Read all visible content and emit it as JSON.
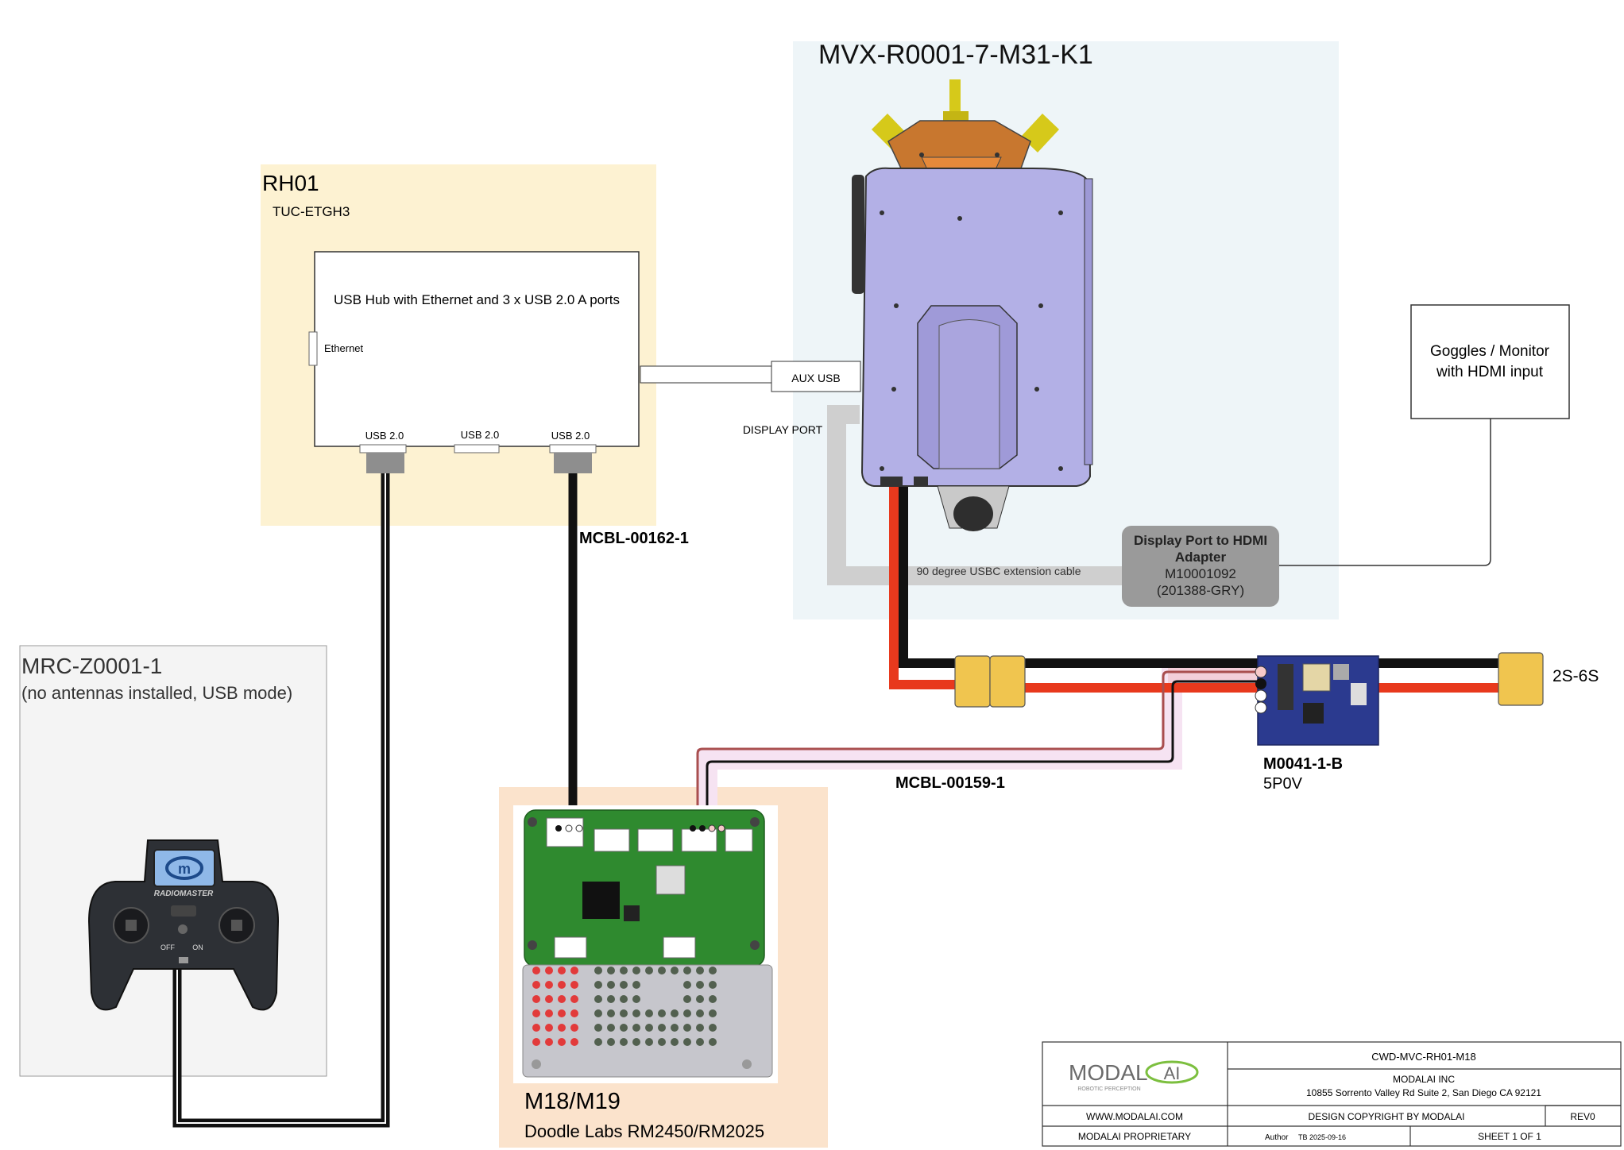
{
  "drone": {
    "title": "MVX-R0001-7-M31-K1",
    "aux_usb_label": "AUX USB",
    "display_port_label": "DISPLAY PORT"
  },
  "hub": {
    "title": "RH01",
    "part": "TUC-ETGH3",
    "description": "USB Hub with Ethernet and 3 x USB 2.0 A ports",
    "ethernet_label": "Ethernet",
    "usb_port_labels": [
      "USB 2.0",
      "USB 2.0",
      "USB 2.0"
    ]
  },
  "controller": {
    "title": "MRC-Z0001-1",
    "subtitle": "(no antennas installed, USB mode)",
    "brand": "RADIOMASTER",
    "switch_off": "OFF",
    "switch_on": "ON"
  },
  "radio_board": {
    "title": "M18/M19",
    "subtitle": "Doodle Labs RM2450/RM2025"
  },
  "goggles": {
    "line1": "Goggles / Monitor",
    "line2": "with HDMI input"
  },
  "adapter": {
    "title_line1": "Display Port to HDMI",
    "title_line2": "Adapter",
    "part": "M10001092",
    "part_alt": "(201388-GRY)"
  },
  "cables": {
    "usbc_extension": "90 degree USBC extension cable",
    "usb_cable": "MCBL-00162-1",
    "power_cable": "MCBL-00159-1"
  },
  "power_module": {
    "part": "M0041-1-B",
    "voltage": "5P0V",
    "battery": "2S-6S"
  },
  "title_block": {
    "logo_text": "MODAL",
    "logo_ai": "AI",
    "logo_tagline": "ROBOTIC PERCEPTION",
    "drawing_number": "CWD-MVC-RH01-M18",
    "company": "MODALAI INC",
    "address": "10855 Sorrento Valley Rd Suite 2, San Diego CA 92121",
    "website": "WWW.MODALAI.COM",
    "copyright": "DESIGN COPYRIGHT BY MODALAI",
    "revision": "REV0",
    "proprietary": "MODALAI PROPRIETARY",
    "author_label": "Author",
    "author_value": "TB 2025-09-16",
    "sheet": "SHEET 1 OF 1"
  },
  "colors": {
    "drone_panel": "#eef5f8",
    "hub_panel": "#fdf2d2",
    "controller_panel": "#f4f4f4",
    "radio_panel": "#fbe3cc",
    "drone_body": "#b3b0e6",
    "cable_black": "#111111",
    "cable_red": "#e8391d",
    "cable_gray": "#cfcfcf",
    "xt60_yellow": "#f0c54f",
    "pcb_green": "#2f8a2f",
    "power_module_blue": "#2b3a8f",
    "adapter_gray": "#9a9a9a"
  }
}
